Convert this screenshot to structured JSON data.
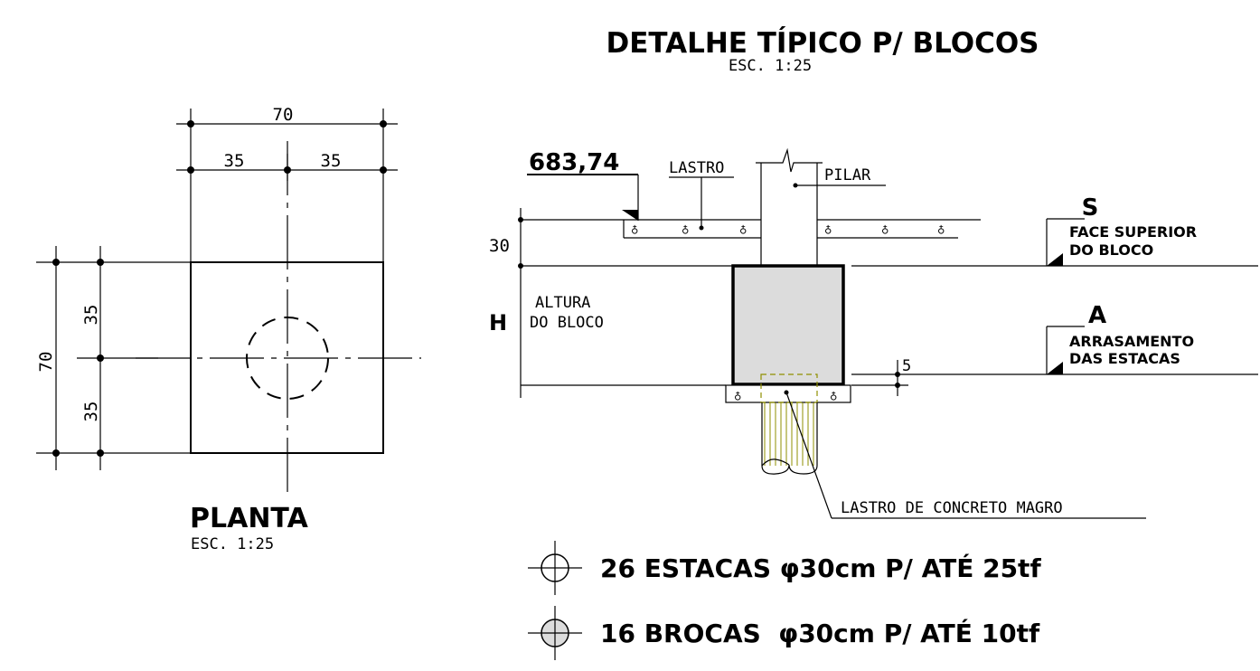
{
  "detail": {
    "title": "DETALHE TÍPICO P/ BLOCOS",
    "scale": "ESC. 1:25",
    "level": "683,74",
    "lastro_top": "LASTRO",
    "pilar": "PILAR",
    "dim_30": "30",
    "height_symbol": "H",
    "height_label_1": "ALTURA",
    "height_label_2": "DO BLOCO",
    "dim_5": "5",
    "lastro_bottom": "LASTRO DE CONCRETO MAGRO",
    "marker_s": "S",
    "marker_s_line1": "FACE SUPERIOR",
    "marker_s_line2": "DO BLOCO",
    "marker_a": "A",
    "marker_a_line1": "ARRASAMENTO",
    "marker_a_line2": "DAS ESTACAS"
  },
  "plan": {
    "title": "PLANTA",
    "scale": "ESC. 1:25",
    "dim_total_top": "70",
    "dim_half_left": "35",
    "dim_half_right": "35",
    "dim_total_side": "70",
    "dim_half_top": "35",
    "dim_half_bottom": "35"
  },
  "legend": [
    {
      "text": "26 ESTACAS φ30cm P/ ATÉ 25tf",
      "symbol": "circle-cross-open-icon"
    },
    {
      "text": "16 BROCAS  φ30cm P/ ATÉ 10tf",
      "symbol": "circle-cross-filled-icon"
    }
  ],
  "colors": {
    "block_fill": "#dcdcdc",
    "pile_color": "#8f8f00",
    "line": "#000000"
  }
}
